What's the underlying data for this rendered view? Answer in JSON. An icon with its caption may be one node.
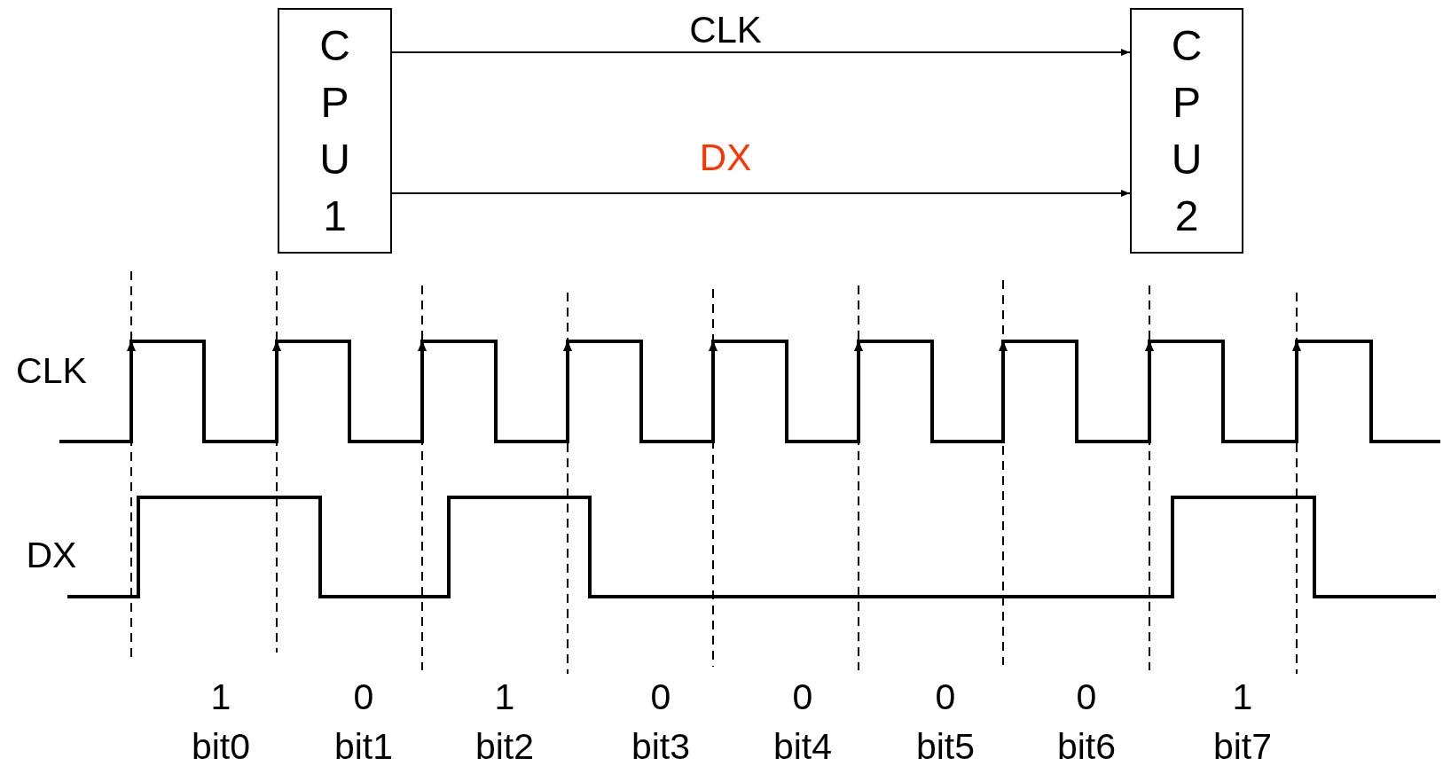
{
  "diagram": {
    "nodes": [
      {
        "text": [
          "C P U 1"
        ]
      },
      {
        "text": [
          "C P U 2"
        ]
      }
    ],
    "edges": [
      {
        "from": 0,
        "to": 1,
        "arrow": "to",
        "label": "CLK"
      },
      {
        "from": 0,
        "to": 1,
        "arrow": "to",
        "label": "DX"
      }
    ],
    "labels": [
      "CLK",
      "DX",
      "1",
      "0",
      "1",
      "0",
      "0",
      "0",
      "0",
      "1",
      "bit0",
      "bit1",
      "bit2",
      "bit3",
      "bit4",
      "bit5",
      "bit6",
      "bit7"
    ]
  }
}
